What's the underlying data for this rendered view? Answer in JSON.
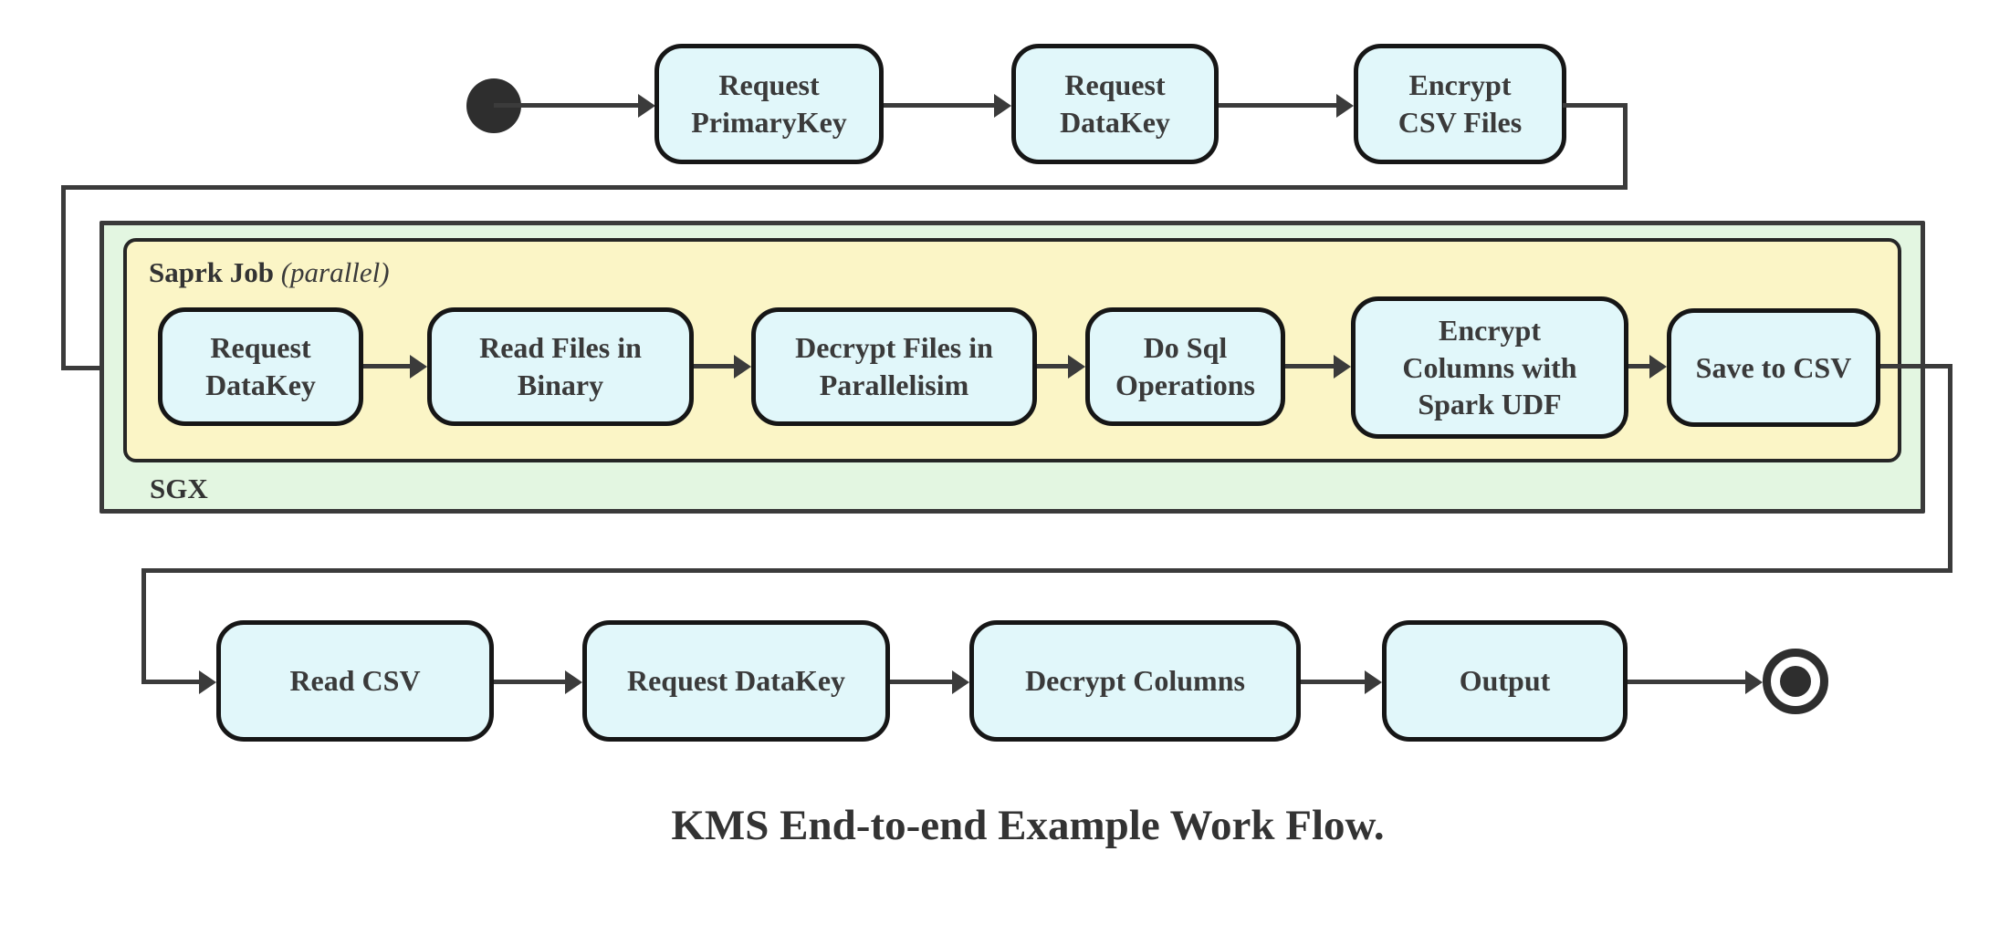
{
  "caption": "KMS End-to-end Example Work Flow.",
  "top_row": [
    {
      "label": "Request\nPrimaryKey"
    },
    {
      "label": "Request\nDataKey"
    },
    {
      "label": "Encrypt\nCSV Files"
    }
  ],
  "sgx_group": {
    "label": "SGX",
    "spark_group": {
      "title": "Saprk Job",
      "qualifier": "(parallel)"
    },
    "nodes": [
      {
        "label": "Request\nDataKey"
      },
      {
        "label": "Read Files in\nBinary"
      },
      {
        "label": "Decrypt Files in\nParallelisim"
      },
      {
        "label": "Do Sql\nOperations"
      },
      {
        "label": "Encrypt\nColumns with\nSpark UDF"
      },
      {
        "label": "Save to CSV"
      }
    ]
  },
  "bottom_row": [
    {
      "label": "Read CSV"
    },
    {
      "label": "Request DataKey"
    },
    {
      "label": "Decrypt Columns"
    },
    {
      "label": "Output"
    }
  ],
  "colors": {
    "node_fill": "#E1F7FA",
    "node_border": "#161616",
    "sgx_fill": "#E3F6E1",
    "spark_fill": "#FBF5C6",
    "line": "#3B3B3B",
    "text": "#3A3A3A"
  }
}
